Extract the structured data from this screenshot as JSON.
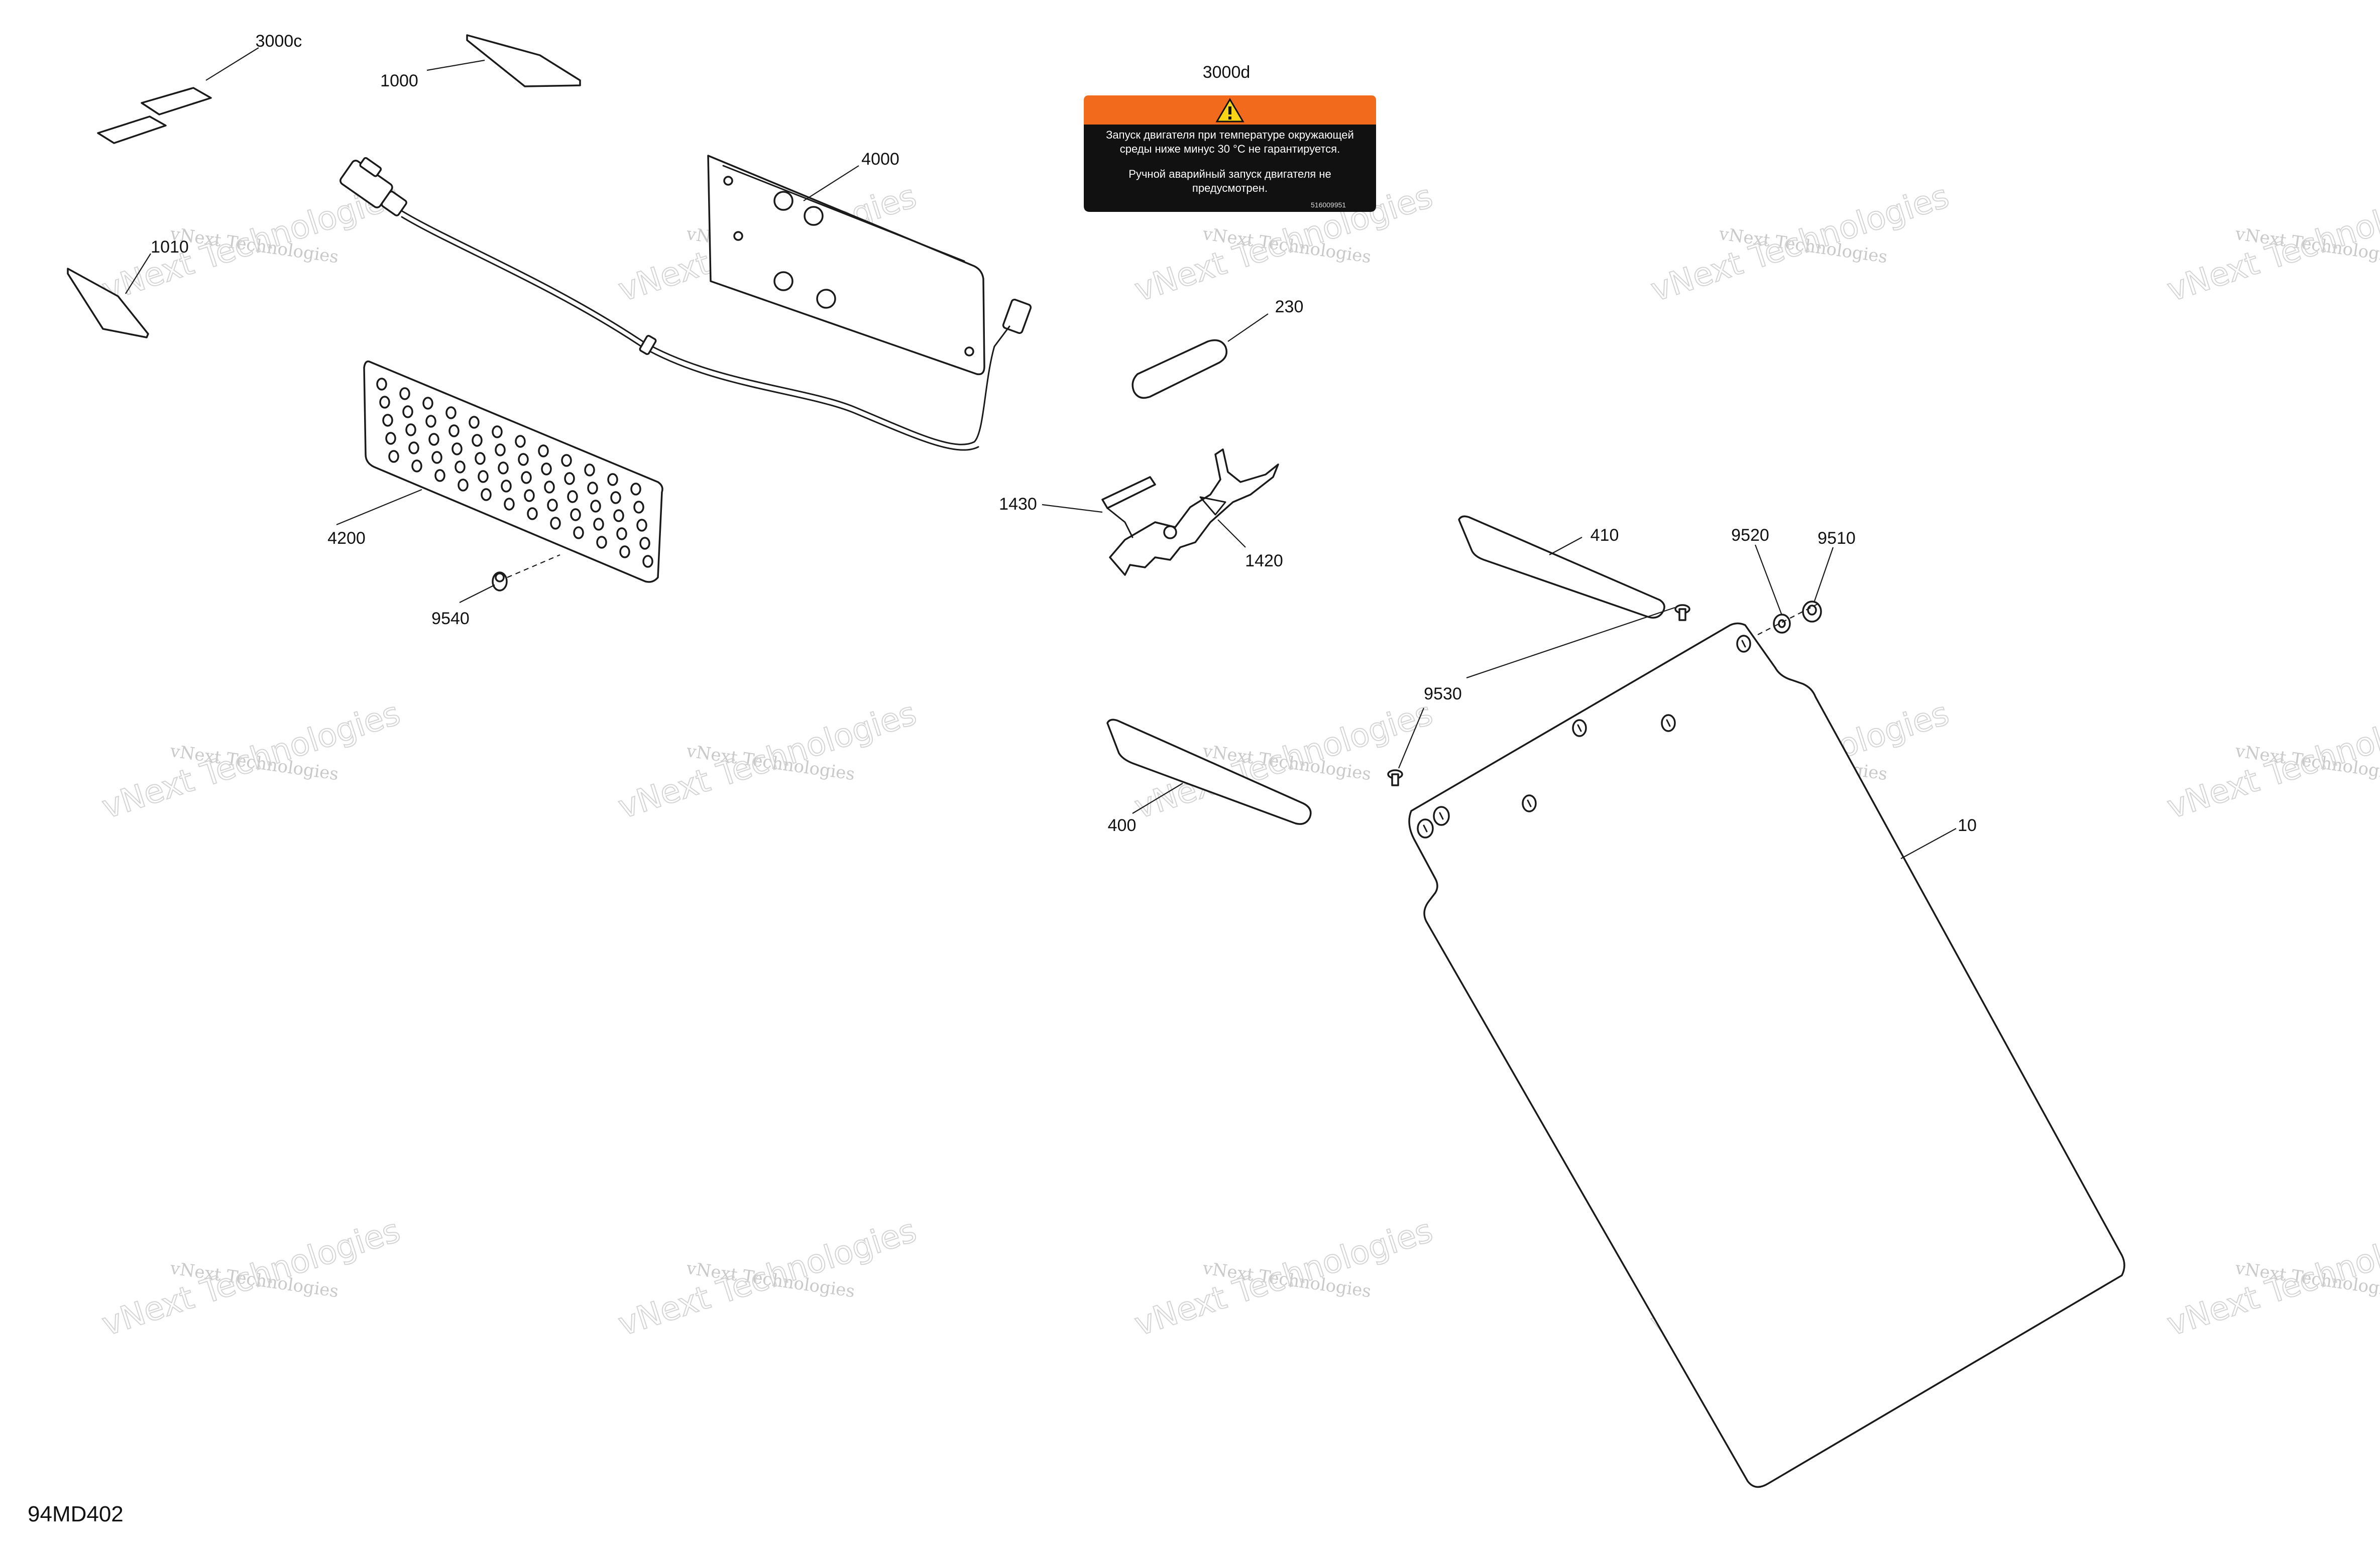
{
  "figure_code": "94MD402",
  "watermark": {
    "line1": "vNext Technologies",
    "line2": "vNext Technologies"
  },
  "decal": {
    "title": "3000d",
    "text_line1": "Запуск двигателя при температуре окружающей",
    "text_line2": "среды ниже минус 30 °C не гарантируется.",
    "text_line3": "Ручной аварийный запуск двигателя не",
    "text_line4": "предусмотрен.",
    "code": "516009951",
    "band_color": "#f26a1b",
    "body_color": "#111111",
    "icon": "warning-triangle-icon"
  },
  "callouts": {
    "c3000c": "3000c",
    "c1000": "1000",
    "c1010": "1010",
    "c4000": "4000",
    "c230": "230",
    "c1430": "1430",
    "c1420": "1420",
    "c4200": "4200",
    "c9540": "9540",
    "c410": "410",
    "c9520": "9520",
    "c9510": "9510",
    "c9530": "9530",
    "c400": "400",
    "c10": "10"
  }
}
